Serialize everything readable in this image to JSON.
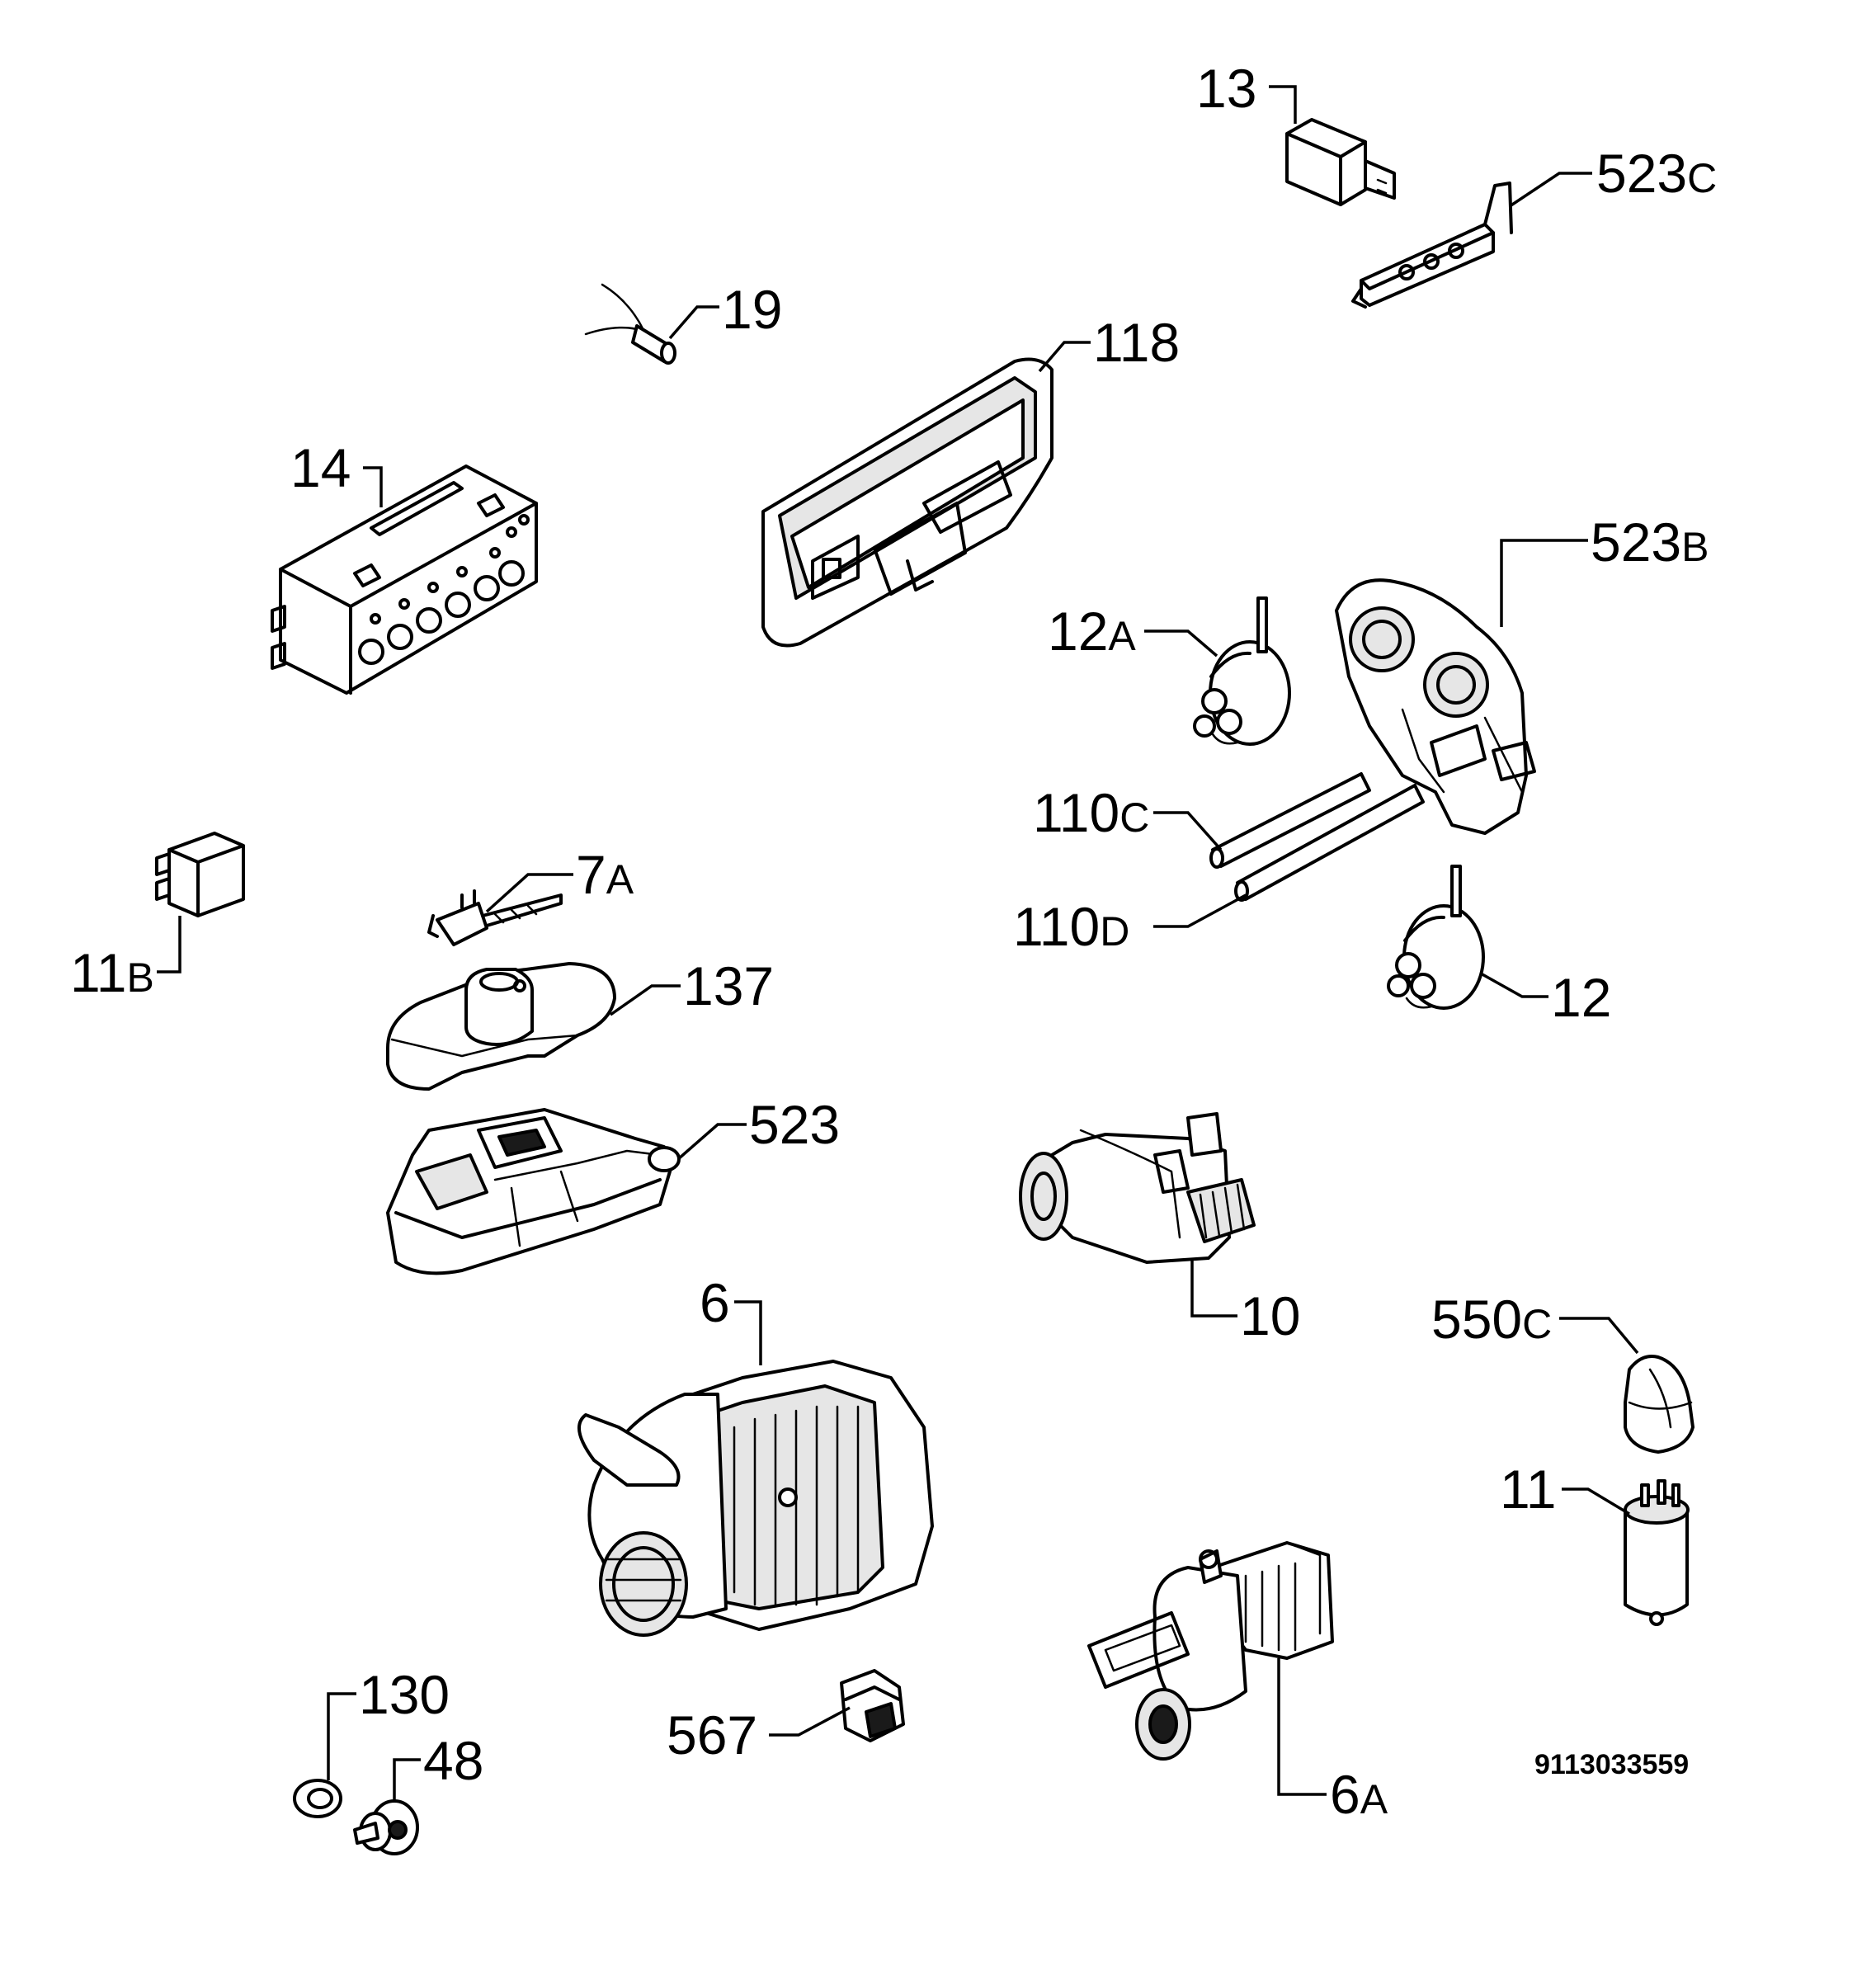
{
  "diagram": {
    "callouts": [
      {
        "id": "13",
        "num": "13",
        "suffix": ""
      },
      {
        "id": "523C",
        "num": "523",
        "suffix": "C"
      },
      {
        "id": "19",
        "num": "19",
        "suffix": ""
      },
      {
        "id": "118",
        "num": "118",
        "suffix": ""
      },
      {
        "id": "14",
        "num": "14",
        "suffix": ""
      },
      {
        "id": "523B",
        "num": "523",
        "suffix": "B"
      },
      {
        "id": "12A",
        "num": "12",
        "suffix": "A"
      },
      {
        "id": "110C",
        "num": "110",
        "suffix": "C"
      },
      {
        "id": "110D",
        "num": "110",
        "suffix": "D"
      },
      {
        "id": "7A",
        "num": "7",
        "suffix": "A"
      },
      {
        "id": "11B",
        "num": "11",
        "suffix": "B"
      },
      {
        "id": "137",
        "num": "137",
        "suffix": ""
      },
      {
        "id": "12",
        "num": "12",
        "suffix": ""
      },
      {
        "id": "523",
        "num": "523",
        "suffix": ""
      },
      {
        "id": "10",
        "num": "10",
        "suffix": ""
      },
      {
        "id": "6",
        "num": "6",
        "suffix": ""
      },
      {
        "id": "550C",
        "num": "550",
        "suffix": "C"
      },
      {
        "id": "11",
        "num": "11",
        "suffix": ""
      },
      {
        "id": "130",
        "num": "130",
        "suffix": ""
      },
      {
        "id": "48",
        "num": "48",
        "suffix": ""
      },
      {
        "id": "567",
        "num": "567",
        "suffix": ""
      },
      {
        "id": "6A",
        "num": "6",
        "suffix": "A"
      }
    ],
    "drawing_code": "9113033559"
  }
}
